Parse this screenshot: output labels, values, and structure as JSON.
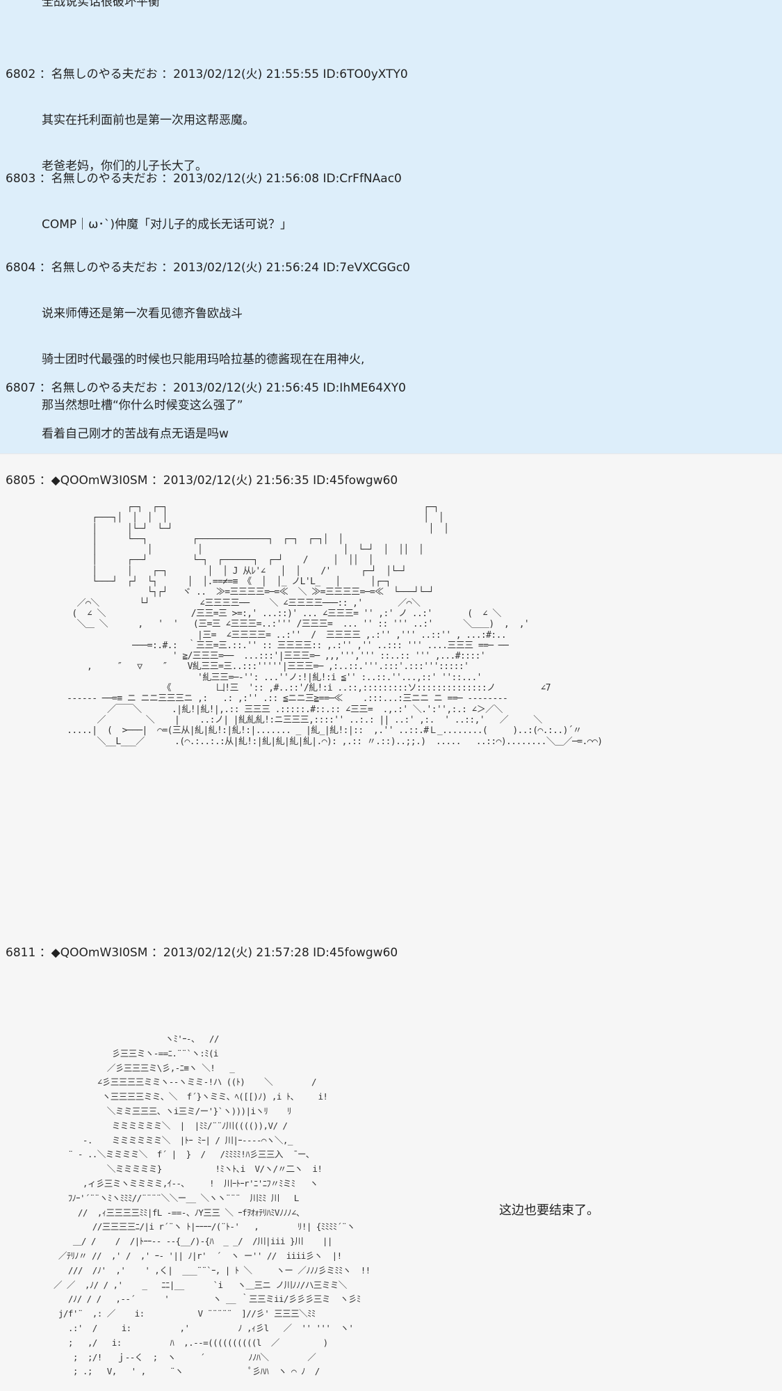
{
  "top_cut_text": "全战说实话很破坏平衡",
  "posts": [
    {
      "header": "6802 ：名無しのやる夫だお ：2013/02/12(火) 21:55:55 ID:6TO0yXTY0",
      "lines": [
        "其实在托利面前也是第一次用这帮恶魔。",
        "老爸老妈，你们的儿子长大了。"
      ]
    },
    {
      "header": "6803 ：名無しのやる夫だお ：2013/02/12(火) 21:56:08 ID:CrFfNAac0",
      "lines": [
        "COMP｜ω･`)仲魔「对儿子的成长无话可说？」"
      ]
    },
    {
      "header": "6804 ：名無しのやる夫だお ：2013/02/12(火) 21:56:24 ID:7eVXCGGc0",
      "lines": [
        "说来师傅还是第一次看见德齐鲁欧战斗",
        "骑士团时代最强的时候也只能用玛哈拉基的德酱现在在用神火,",
        "那当然想吐槽“你什么时候变这么强了”"
      ]
    },
    {
      "header": "6807 ：名無しのやる夫だお ：2013/02/12(火) 21:56:45 ID:IhME64XY0",
      "lines": [
        "看着自己刚才的苦战有点无语是吗w"
      ]
    }
  ],
  "aa_posts": [
    {
      "header": "6805 ：◆QOOmW3I0SM ：2013/02/12(火) 21:56:35 ID:45fowgw60",
      "art": "                 ┌─┐  ┌─┐                                                   ┌─┐\n          ┌───┐│  │  │  │                                                   │  │\n          │      │└─┘  └─┘                                                   │  │\n          │      └──┐         ┌──────────────┐  ┌─┐  ┌─┐│  │\n          │          │         │                            │  └─┘  │  ││  │\n          │      ┌──┘         └─┐  ┌──────┐  ┌─┘    /     │  ││  │\n          │      │    ┌─┐        │  │ J 从ﾚ'∠   │  │    /'      ┌─┘  │└─┘\n          └───┘  ┌┘  └┐      │  │.==≠=≡ 《  │  │_ ノL'L_   │      │┌─┐\n                     └┐┌┘   ヾ ..  ≫=三三三三=─=≪  ＼ ≫=三三三三=─=≪  └───┘└─┘\n       ／⌒＼        └┘          ∠三三三三──    ＼ ∠三三三三───:: ,'       ／⌒＼\n      (  ∠ ＼                 /三三=三 >=:,' ...::)' ... ∠三三三= '' ,:' ノ ..:'       (  ∠ ＼\n       ＼＿ ＼      ,   '  '   (三=三 ∠三三三=..:''' /三三三=  ... '' :: ''' ..:'      ＼＿＿)  ,  ,'\n                               |三=  ∠三三三三= ..:''  /  三三三三 ,.:'' ,''' ..::'' , ...:#:..\n                  ───=:.#.:  ｀三三=三.::.'' :: 三三三三:: ,.:'' ,'' ..::: ''' ....三三三 ==─ ──\n                          ' ≧/三三三=──  ...:::'|三三三=─ ,,,''',''' ::..:: ''' ,...#::::'\n         ,     ″   ▽    ″    V糺三三=三..:::'''''|三三三=─ ,:..::.'''.:::'.:::''':::::'\n                               '糺三三=─-'': ...''ノ:!|糺!:i ≦'' :..::.''...,::' ''::...'\n                        《         凵!三  ':: ,#..::'/糺!:i ..::,:::::::::ソ::::::::::::::ノ         ∠7\n     ------ ──=≡ ニ ニニ三三三ニ ,:   .: ,:'' .:: ≦ニニ三≧==─≪    .:::...:三ニニ ニ ==─ --------\n             ／￣￣＼      .|糺!|糺!|,.:: 三三三 .:::::.#::.:: ∠三三=  .,.:' ＼.':'',:.: ∠＞／＼\n           ／        ＼    |    ..:ノ| |糺糺糺!:ニ三三三,::::'' ..:.: || ..:' ,:.  ' ..::,'   ／     ＼\n     .....|  (  >───|  ⌒=(三从|糺|糺!:|糺!:|....... _ |糺_|糺!:|::  ,.'' ..::.#Ｌ_........(     )..:(⌒.:..)´〃\n           ＼__L___／      .(⌒.:..:.:从|糺!:|糺|糺|糺|糺|.⌒): ,.:: 〃.::)..;;.)  .....   ..::⌒)........＼＿／─=.⌒⌒)"
    },
    {
      "header": "6811 ：◆QOOmW3I0SM ：2013/02/12(火) 21:57:28 ID:45fowgw60",
      "art": "                          ヽﾐ'ｰ-、  //\n               彡三三ミヽ-==ﾆ.¨¨`ヽ:ﾐ(i\n              ／彡三三三ミ\\彡,-ﾆ≡ヽ ＼!   _\n            ∠彡三三三三ミミヽ--ヽミミ-!ハ ((ﾄ)    ＼        /\n             ヽ三三三三ミミ、＼  f´}ヽミミ、ﾍ([[)ﾉ) ,i ﾄ、    i!\n              ＼ミミ三三三、ヽi三ミ/ー'}`ヽ)))|iヽﾘ    ﾘ\n               ミミミミミミ＼  |  |ﾐﾐ/¨¨ﾉ川(((()),V/ /\n         -.    ミミミミミミ＼  |ﾄｰ ﾐｰ| / 川|ｰ----⌒ヽ＼,_\n      ¨ ‐ ..＼ミミミミ＼  f´ |  }  /   /ﾐﾐﾐﾐ!ﾊ彡三三入  ̄ ー、\n              ＼ミミミミミ}           !ﾐヽﾄ､i  V/ヽ/〃二ヽ  i!\n         ,ィ彡三ミヽミミミミ,ｲ--､     !  川ｰﾄｰr'ﾆ'ﾆﾌ〃ﾐミﾐ   ヽ\n      ﾌﾉｰ'´¨¨ヽﾐヽﾐﾐﾐ//¨¨¨¨＼＼ー__ ＼ヽヽ¨¨¨  川ﾐﾐ 川   L\n        //  ,ｨ三三三三ﾐﾐ|fL -==-、ﾉY三三 ＼ ｰfｦｵｫﾃﾘﾊﾐVﾉﾉﾉ∠、\n           //三三三三ﾆ/|i r´¨ヽ ﾄ|ｰｰｰｰ/(¨ﾄ-'   ,        ﾘ!| {ﾐﾐﾐﾐ´¨ヽ\n       ＿/ /    /  /|ﾄｰｰ-- --{__/)-{ﾊ  _ _/  /川|iii }川    ||\n    ／ﾃﾘﾉ〃 //  ,' /  ,' ｰ- '|| ﾉ|r'  ´  ヽ ー'' //  iiii彡ヽ  |!\n      ///  /ﾉ'  ,'    ' ,く|  ___¨¨`ｰ, | ﾄ ＼     ヽー ／ﾉﾉﾉ彡ミﾐﾐヽ  !!\n   ／ ／  ,ﾉ/ / ,'    _   ﾆﾆ|__      `i   ヽ＿三ニ ノ川ﾉﾉ/ハ三ミミ＼\n      /ﾉ/ / /   ,--´      '         ヽ __ ｀三三ミii/彡彡彡三ミ  ヽ彡ﾐ\n    j/f'¨  ,: ／    i:           V ¨¨¨¨¨  ]//彡' 三三三＼ﾐﾐ\n      .:'  /     i:          ,'          ﾉ ,ｨ彡l   ／  '' '''  ヽ'\n      ;   ,/   i:          ﾊ  ,.--=((((((((((l  ／         )\n       ;  ;/!   ｊ--く  ;  ヽ     ´         ﾉﾉﾊ＼        ／\n       ; .;   V,   ' ,     ¨ヽ              ﾟ彡ﾊﾊ  ヽ ⌒ ﾉ  /",
      "side_note": "这边也要结束了。"
    }
  ]
}
